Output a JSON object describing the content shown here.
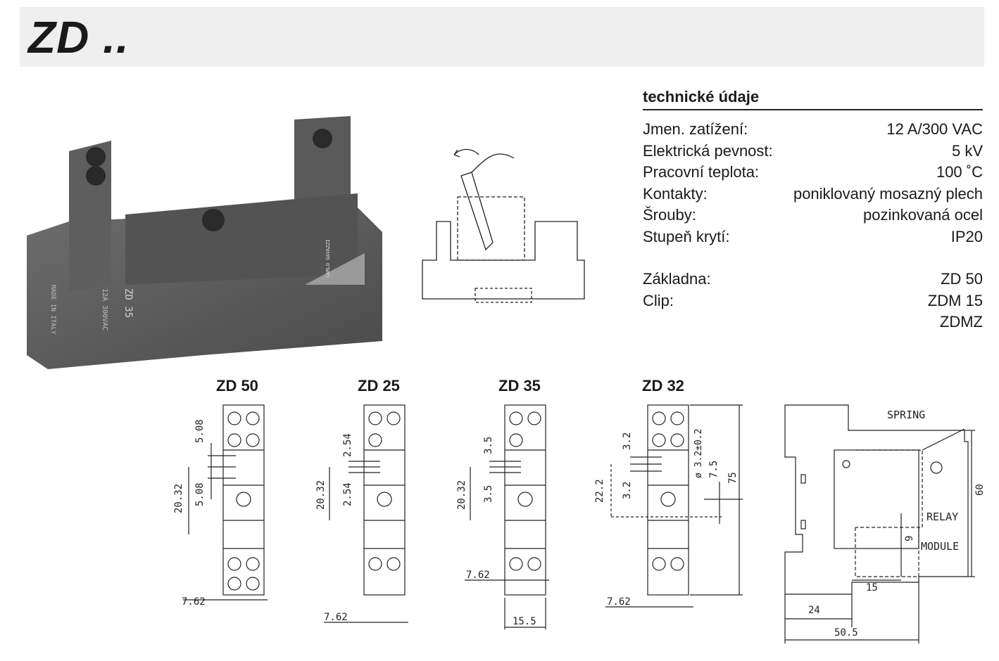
{
  "header": {
    "title": "ZD .."
  },
  "specs": {
    "heading": "technické údaje",
    "rows": [
      {
        "label": "Jmen. zatížení:",
        "value": "12 A/300 VAC"
      },
      {
        "label": "Elektrická pevnost:",
        "value": "5 kV"
      },
      {
        "label": "Pracovní teplota:",
        "value": "100 ˚C"
      },
      {
        "label": "Kontakty:",
        "value": "poniklovaný mosazný plech"
      },
      {
        "label": "Šrouby:",
        "value": "pozinkovaná ocel"
      },
      {
        "label": "Stupeň krytí:",
        "value": "IP20"
      }
    ],
    "rows2": [
      {
        "label": "Základna:",
        "value": "ZD 50"
      },
      {
        "label": "Clip:",
        "value": "ZDM 15"
      },
      {
        "label": "",
        "value": "ZDMZ"
      }
    ]
  },
  "photo": {
    "labels": [
      "ZD 35",
      "12A 300VAC",
      "MADE IN ITALY",
      "CARLO GAVAZZI"
    ]
  },
  "models": {
    "zd50": {
      "name": "ZD 50",
      "dims": [
        "5.08",
        "5.08",
        "20.32",
        "7.62"
      ]
    },
    "zd25": {
      "name": "ZD 25",
      "dims": [
        "2.54",
        "2.54",
        "20.32",
        "7.62"
      ]
    },
    "zd35": {
      "name": "ZD 35",
      "dims": [
        "3.5",
        "3.5",
        "20.32",
        "7.62",
        "15.5"
      ]
    },
    "zd32": {
      "name": "ZD 32",
      "dims": [
        "3.2",
        "3.2",
        "22.2",
        "ø 3.2±0.2",
        "7.5",
        "75",
        "7.62"
      ]
    }
  },
  "side": {
    "labels": [
      "SPRING",
      "RELAY",
      "MODULE"
    ],
    "dims": [
      "60",
      "9",
      "15",
      "24",
      "50.5"
    ]
  }
}
